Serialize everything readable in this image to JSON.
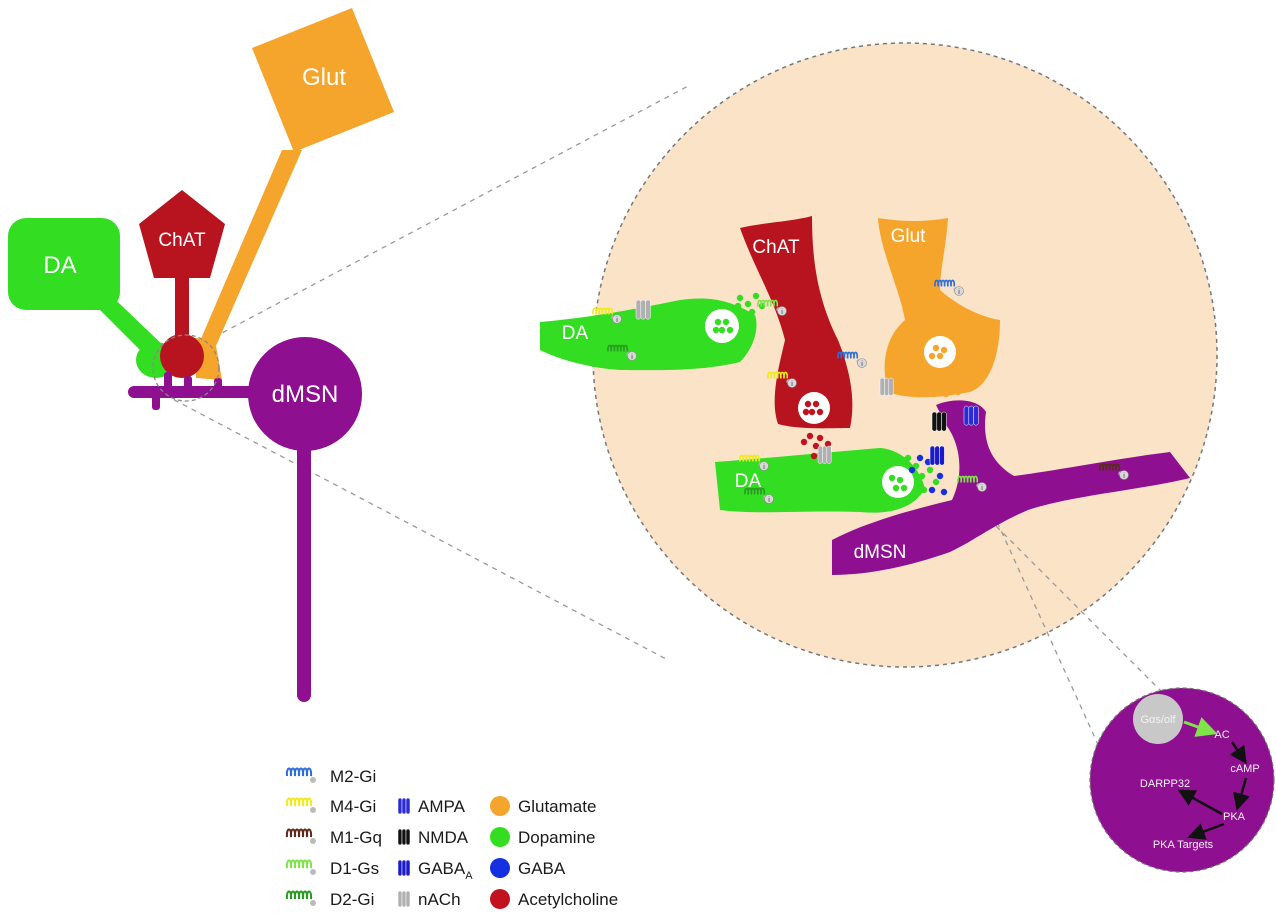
{
  "colors": {
    "dopamine": "#33dd22",
    "chat": "#b8141f",
    "glut": "#f6a52c",
    "dmsn": "#8e0f8f",
    "zoom_bg": "#fbe3c8",
    "m2": "#2e6ed8",
    "m4": "#f2ea1a",
    "m1": "#5a2a1a",
    "d1": "#7fe34a",
    "d2": "#2a9a22",
    "ampa": "#2a2ad8",
    "nmda": "#111111",
    "gaba_a": "#1a1acc",
    "nach": "#b0b0b0",
    "gaba": "#1530e0",
    "acetylcholine": "#c2121f"
  },
  "overview": {
    "da_label": "DA",
    "chat_label": "ChAT",
    "glut_label": "Glut",
    "dmsn_label": "dMSN"
  },
  "zoom": {
    "da_top_label": "DA",
    "chat_label": "ChAT",
    "glut_label": "Glut",
    "da_bottom_label": "DA",
    "dmsn_label": "dMSN",
    "receptor_tag": "i"
  },
  "signaling": {
    "gas_olf": "Gαs/olf",
    "ac": "AC",
    "camp": "cAMP",
    "pka": "PKA",
    "darpp32": "DARPP32",
    "pka_targets": "PKA Targets"
  },
  "legend": {
    "receptors": [
      {
        "label": "M2-Gi",
        "icon": "coil-icon",
        "color_key": "m2"
      },
      {
        "label": "M4-Gi",
        "icon": "coil-icon",
        "color_key": "m4"
      },
      {
        "label": "M1-Gq",
        "icon": "coil-icon",
        "color_key": "m1"
      },
      {
        "label": "D1-Gs",
        "icon": "coil-icon",
        "color_key": "d1"
      },
      {
        "label": "D2-Gi",
        "icon": "coil-icon",
        "color_key": "d2"
      }
    ],
    "channels": [
      {
        "label": "AMPA",
        "sub": "",
        "icon": "channel-icon",
        "color_key": "ampa"
      },
      {
        "label": "NMDA",
        "sub": "",
        "icon": "channel-icon",
        "color_key": "nmda"
      },
      {
        "label": "GABA",
        "sub": "A",
        "icon": "channel-icon",
        "color_key": "gaba_a"
      },
      {
        "label": "nACh",
        "sub": "",
        "icon": "channel-icon",
        "color_key": "nach"
      }
    ],
    "transmitters": [
      {
        "label": "Glutamate",
        "color_key": "glut"
      },
      {
        "label": "Dopamine",
        "color_key": "dopamine"
      },
      {
        "label": "GABA",
        "color_key": "gaba"
      },
      {
        "label": "Acetylcholine",
        "color_key": "acetylcholine"
      }
    ]
  }
}
